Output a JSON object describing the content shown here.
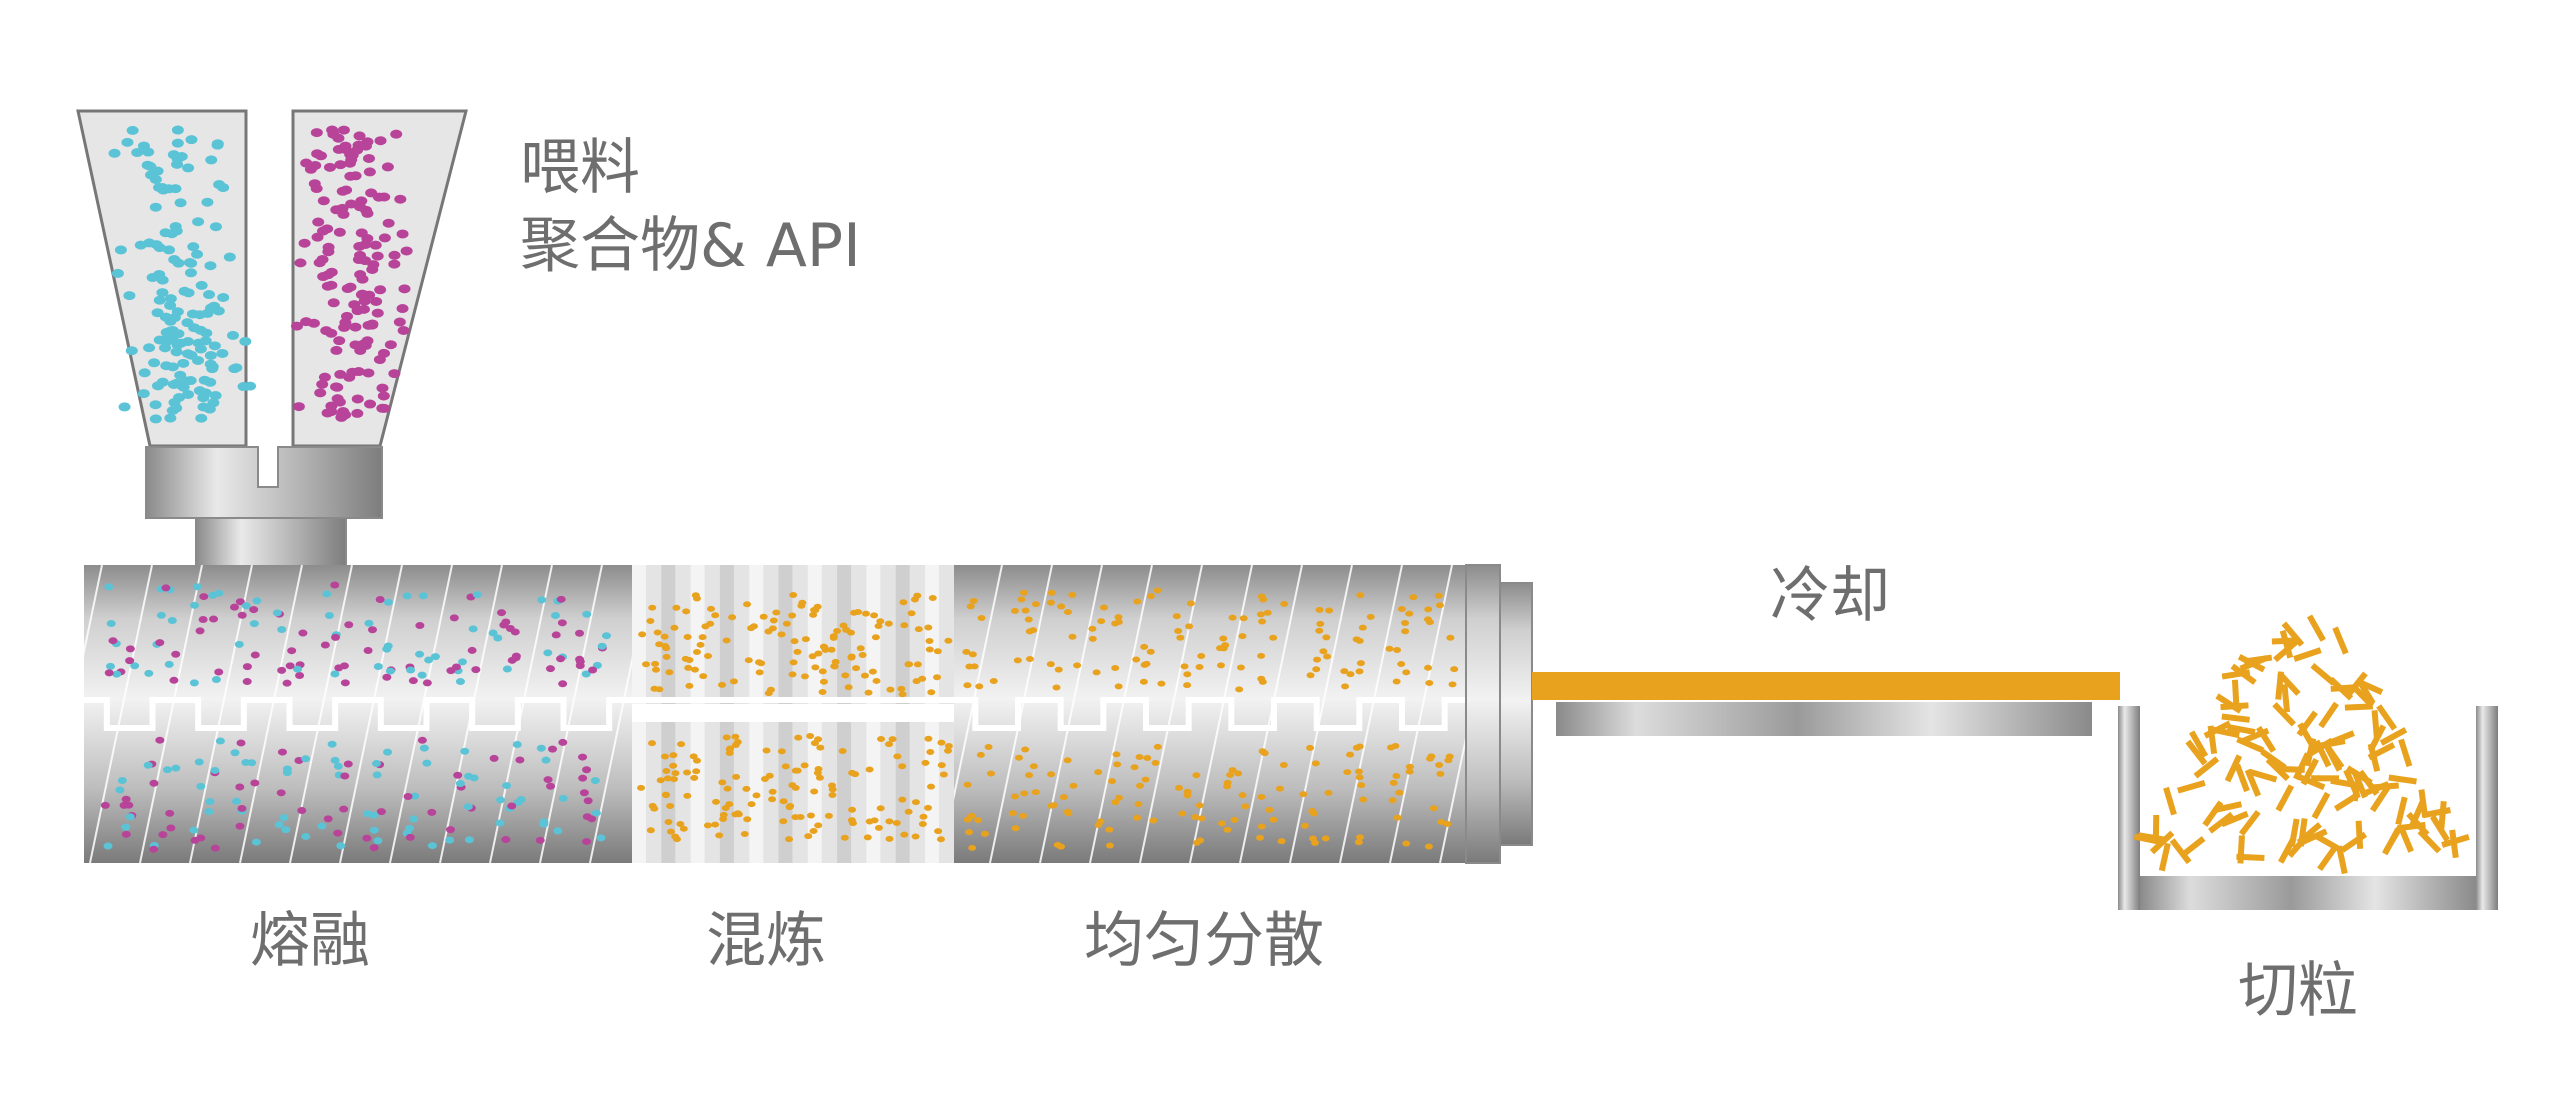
{
  "labels": {
    "feed_line1": "喂料",
    "feed_line2": "聚合物& API",
    "melt": "熔融",
    "knead": "混炼",
    "disperse": "均匀分散",
    "cool": "冷却",
    "cut": "切粒"
  },
  "colors": {
    "polymer": "#5bc3d6",
    "api": "#b8449a",
    "extrudate": "#e8a21e",
    "text": "#6e6e6e"
  }
}
